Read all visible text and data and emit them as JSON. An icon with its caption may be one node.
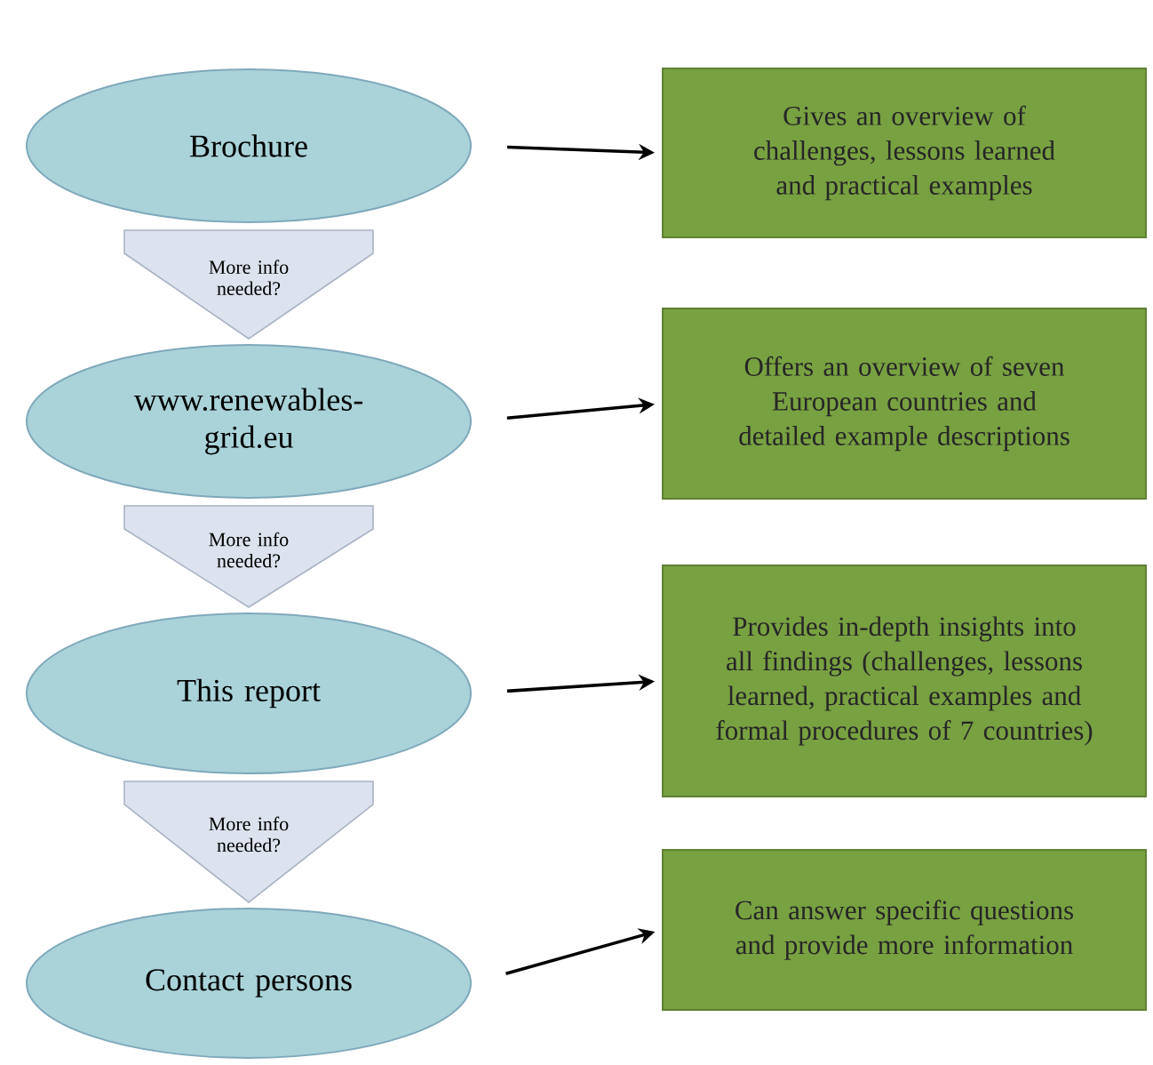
{
  "diagram": {
    "nodes": [
      {
        "text": [
          "Brochure"
        ]
      },
      {
        "text": [
          "Gives an overview of challenges, lessons learned and practical examples"
        ]
      },
      {
        "text": [
          "www.renewables-grid.eu"
        ]
      },
      {
        "text": [
          "Offers an overview of seven European countries and detailed example descriptions"
        ]
      },
      {
        "text": [
          "This report"
        ]
      },
      {
        "text": [
          "Provides in-depth insights into all findings (challenges, lessons learned, practical examples and formal procedures of 7 countries)"
        ]
      },
      {
        "text": [
          "Contact persons"
        ]
      },
      {
        "text": [
          "Can answer specific questions and provide more information"
        ]
      }
    ],
    "edges": [
      {
        "from": 0,
        "to": 1,
        "arrow": "to"
      },
      {
        "from": 0,
        "to": 2,
        "arrow": "to",
        "label": "More info needed?",
        "style": "thick"
      },
      {
        "from": 2,
        "to": 3,
        "arrow": "to"
      },
      {
        "from": 2,
        "to": 4,
        "arrow": "to",
        "label": "More info needed?",
        "style": "thick"
      },
      {
        "from": 4,
        "to": 5,
        "arrow": "to"
      },
      {
        "from": 4,
        "to": 6,
        "arrow": "to",
        "label": "More info needed?",
        "style": "thick"
      },
      {
        "from": 6,
        "to": 7,
        "arrow": "to"
      }
    ]
  }
}
